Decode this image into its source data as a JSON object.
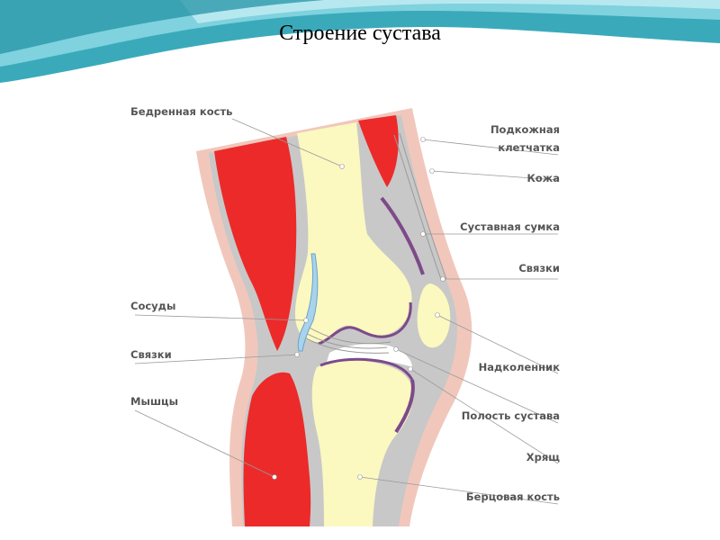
{
  "slide": {
    "title": "Строение сустава"
  },
  "diagram": {
    "labels": {
      "femur": "Бедренная кость",
      "subcutaneous_line1": "Подкожная",
      "subcutaneous_line2": "клетчатка",
      "skin": "Кожа",
      "joint_capsule": "Суставная сумка",
      "ligaments_right": "Связки",
      "vessels": "Сосуды",
      "ligaments_left": "Связки",
      "muscles": "Мышцы",
      "patella": "Надколенник",
      "joint_cavity": "Полость сустава",
      "cartilage": "Хрящ",
      "tibia": "Берцовая кость"
    },
    "colors": {
      "skin_fat": "#f1c7bc",
      "muscle": "#ec2a2a",
      "tissue_gray": "#c8c8c8",
      "bone": "#fbf8c0",
      "capsule": "#7d4a8a",
      "vessel_blue": "#a9d2ec",
      "cavity": "#ffffff"
    }
  }
}
